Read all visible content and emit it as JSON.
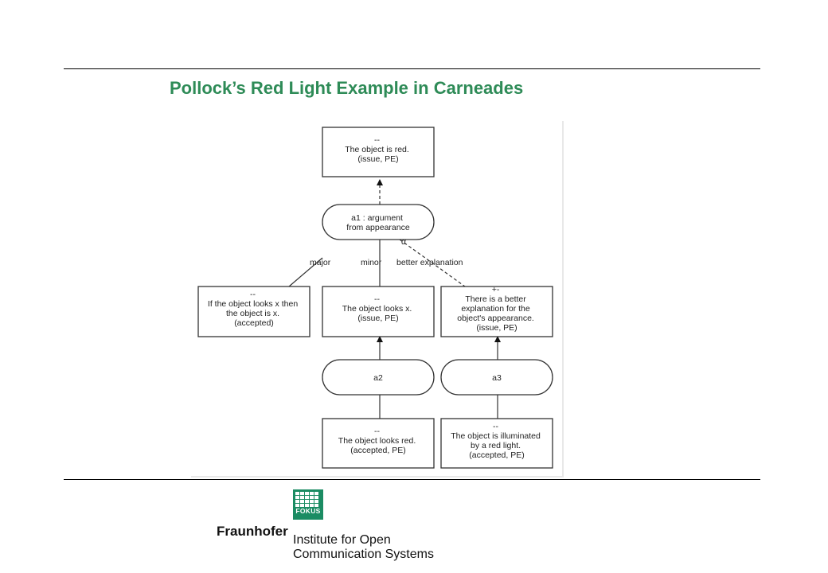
{
  "slide": {
    "title": "Pollock’s Red Light Example in Carneades"
  },
  "diagram": {
    "nodes": [
      {
        "id": "n_red",
        "kind": "statement",
        "lines": [
          "--",
          "The object is red.",
          "(issue, PE)"
        ]
      },
      {
        "id": "a1",
        "kind": "argument",
        "lines": [
          "a1 : argument",
          "from appearance"
        ]
      },
      {
        "id": "n_major",
        "kind": "statement",
        "lines": [
          "--",
          "If the object looks x then",
          "the object is x.",
          "(accepted)"
        ]
      },
      {
        "id": "n_looks_x",
        "kind": "statement",
        "lines": [
          "--",
          "The object looks x.",
          "(issue, PE)"
        ]
      },
      {
        "id": "n_better",
        "kind": "statement",
        "lines": [
          "+-",
          "There is a better",
          "explanation for the",
          "object's appearance.",
          "(issue, PE)"
        ]
      },
      {
        "id": "a2",
        "kind": "argument",
        "lines": [
          "a2"
        ]
      },
      {
        "id": "a3",
        "kind": "argument",
        "lines": [
          "a3"
        ]
      },
      {
        "id": "n_looks_red",
        "kind": "statement",
        "lines": [
          "--",
          "The object looks red.",
          "(accepted, PE)"
        ]
      },
      {
        "id": "n_illum",
        "kind": "statement",
        "lines": [
          "--",
          "The object is illuminated",
          "by a red light.",
          "(accepted, PE)"
        ]
      }
    ],
    "edge_labels": {
      "major": "major",
      "minor": "minor",
      "better": "better explanation",
      "alpha": "α"
    }
  },
  "footer": {
    "logo_text": "FOKUS",
    "org_name": "Fraunhofer",
    "institute_line1": "Institute for Open",
    "institute_line2": "Communication Systems",
    "logo_color": "#1b8c63"
  },
  "colors": {
    "title": "#2e8b57",
    "rule": "#000000"
  }
}
